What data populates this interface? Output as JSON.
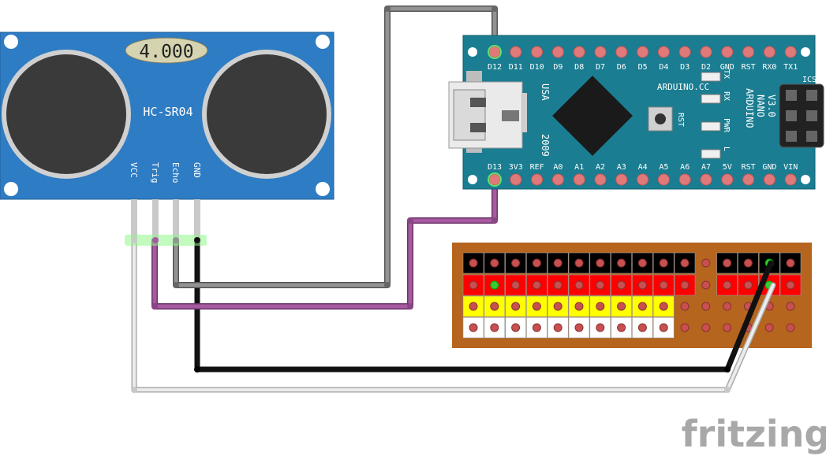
{
  "sensor": {
    "model": "HC-SR04",
    "display": "4.000",
    "pins": [
      "VCC",
      "Trig",
      "Echo",
      "GND"
    ],
    "colors": {
      "board": "#2e7cc3",
      "transducer": "#3a3a3a",
      "display": "#d6d3b0"
    }
  },
  "arduino": {
    "brand": "ARDUINO.CC",
    "model_line1": "ARDUINO",
    "model_line2": "NANO",
    "model_line3": "V3.0",
    "usa": "USA",
    "year": "2009",
    "icsp": "ICSP",
    "rst_button": "RST",
    "led_labels": [
      "TX",
      "RX",
      "PWR",
      "L"
    ],
    "top_pins": [
      "D12",
      "D11",
      "D10",
      "D9",
      "D8",
      "D7",
      "D6",
      "D5",
      "D4",
      "D3",
      "D2",
      "GND",
      "RST",
      "RX0",
      "TX1"
    ],
    "bottom_pins": [
      "D13",
      "3V3",
      "REF",
      "A0",
      "A1",
      "A2",
      "A3",
      "A4",
      "A5",
      "A6",
      "A7",
      "5V",
      "RST",
      "GND",
      "VIN"
    ],
    "colors": {
      "board": "#1a7d91",
      "chip": "#1a1a1a",
      "pad": "#e07a7a"
    }
  },
  "breadboard": {
    "colors": {
      "base": "#b5651d",
      "black_strip": "#000000",
      "red_strip": "#ff0000",
      "yellow_strip": "#ffff00",
      "white_strip": "#ffffff",
      "hole": "#c85050"
    }
  },
  "wires": {
    "colors": {
      "gray": "#8a8a8a",
      "purple": "#9b4f96",
      "black": "#111111",
      "white": "#e6e6e6"
    }
  },
  "watermark": "fritzing"
}
